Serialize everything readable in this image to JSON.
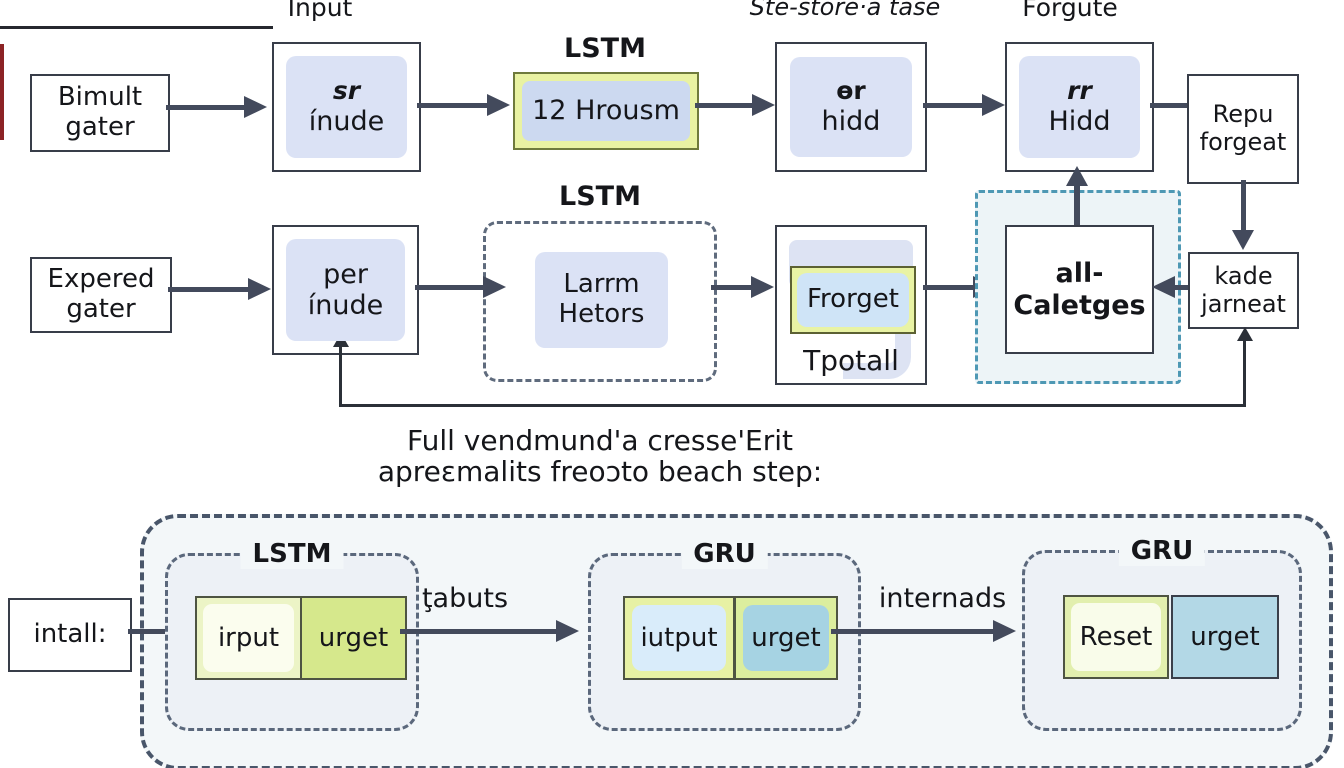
{
  "colors": {
    "arrow": "#434a5c",
    "thin_line": "#2b3038",
    "node_fill": "#dbe2f5",
    "yellow_frame": "#e9f2a2",
    "green_fill": "#d6e88c",
    "blue_fill": "#a6d3e3",
    "teal_dash": "#4e98b4",
    "gray_dash": "#5f6b7d",
    "panel_bg": "#f3f7f9",
    "red_mark": "#8c2325"
  },
  "row1": {
    "input_label": "Input",
    "lstm_label": "LSTM",
    "store_label": "Ste-store·a tase",
    "forget_label": "Forgute",
    "bimult": {
      "line1": "Bimult",
      "line2": "gater"
    },
    "sr": {
      "title": "sr",
      "sub": "ínude"
    },
    "hrousm": {
      "text": "12 Hrousm"
    },
    "er": {
      "title": "ɵr",
      "sub": "hidd"
    },
    "rr": {
      "title": "rr",
      "sub": "Hidd"
    },
    "repu": {
      "line1": "Repu",
      "line2": "forgeat"
    }
  },
  "row2": {
    "lstm_label": "LSTM",
    "expered": {
      "line1": "Expered",
      "line2": "gater"
    },
    "per": {
      "title": "per",
      "sub": "ínude"
    },
    "larrm": {
      "line1": "Larrm",
      "line2": "Hetors"
    },
    "frorget": {
      "gate": "Frorget",
      "caption": "Tpotall"
    },
    "cell": {
      "line1": "all-",
      "line2": "Caletges"
    },
    "kade": {
      "line1": "kade",
      "line2": "jarneat"
    }
  },
  "caption": {
    "line1": "Full vendmund'a cresse'Erit",
    "line2": "apreɛmalits freoɔto beach step:"
  },
  "bottom": {
    "intall_label": "intall:",
    "lstm": {
      "label": "LSTM",
      "box1": "irput",
      "box2": "urget"
    },
    "arrow1_label": "ţabuts",
    "gru1": {
      "label": "GRU",
      "box1": "iutput",
      "box2": "urget"
    },
    "arrow2_label": "internads",
    "gru2": {
      "label": "GRU",
      "box1": "Reset",
      "box2": "urget"
    }
  }
}
